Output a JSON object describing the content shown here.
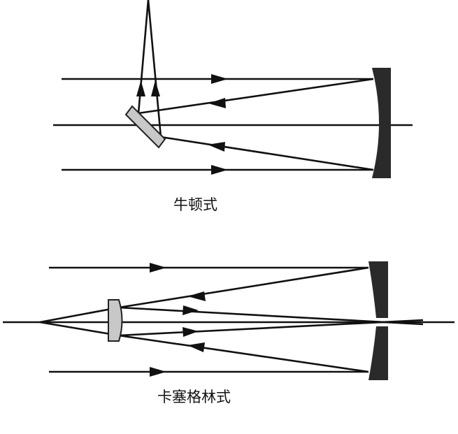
{
  "diagrams": [
    {
      "id": "newtonian",
      "caption": "牛顿式"
    },
    {
      "id": "cassegrain",
      "caption": "卡塞格林式"
    }
  ],
  "colors": {
    "line": "#111111",
    "primary_mirror": "#2a2a2a",
    "secondary_mirror_fill": "#c8c8c8",
    "secondary_mirror_stroke": "#222222",
    "background": "#ffffff"
  }
}
